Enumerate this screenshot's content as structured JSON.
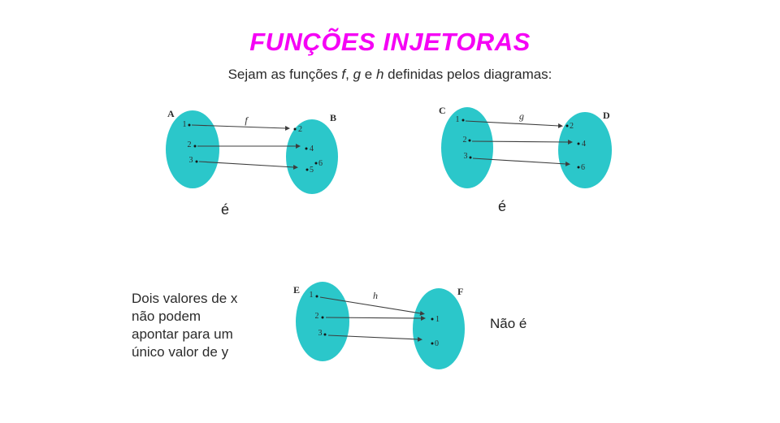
{
  "slide": {
    "title": "FUNÇÕES INJETORAS",
    "subtitle": {
      "prefix": "Sejam as funções ",
      "f": "f",
      "sep1": ", ",
      "g": "g",
      "sep2": " e ",
      "h": "h",
      "suffix": " definidas pelos diagramas:"
    }
  },
  "colors": {
    "title": "#f502f5",
    "ellipse_fill": "#2bc7ca",
    "diagram_ink": "#3d3d3d",
    "body_text": "#2b2b2b",
    "background": "#ffffff"
  },
  "diagrams": [
    {
      "function_label": "f",
      "left_set_label": "A",
      "right_set_label": "B",
      "domain": [
        "1",
        "2",
        "3"
      ],
      "codomain": [
        "2",
        "4",
        "6",
        "5"
      ],
      "mappings": [
        {
          "from": "1",
          "to": "2"
        },
        {
          "from": "2",
          "to": "4"
        },
        {
          "from": "3",
          "to": "5"
        }
      ],
      "caption": "é"
    },
    {
      "function_label": "g",
      "left_set_label": "C",
      "right_set_label": "D",
      "domain": [
        "1",
        "2",
        "3"
      ],
      "codomain": [
        "2",
        "4",
        "6"
      ],
      "mappings": [
        {
          "from": "1",
          "to": "2"
        },
        {
          "from": "2",
          "to": "4"
        },
        {
          "from": "3",
          "to": "6"
        }
      ],
      "caption": "é"
    },
    {
      "function_label": "h",
      "left_set_label": "E",
      "right_set_label": "F",
      "domain": [
        "1",
        "2",
        "3"
      ],
      "codomain": [
        "1",
        "0"
      ],
      "mappings": [
        {
          "from": "1",
          "to": "1"
        },
        {
          "from": "2",
          "to": "1"
        },
        {
          "from": "3",
          "to": "0"
        }
      ],
      "caption": "Não é"
    }
  ],
  "note": {
    "lines": [
      "Dois valores de x",
      "não podem",
      "apontar para um",
      "único valor de y"
    ]
  }
}
